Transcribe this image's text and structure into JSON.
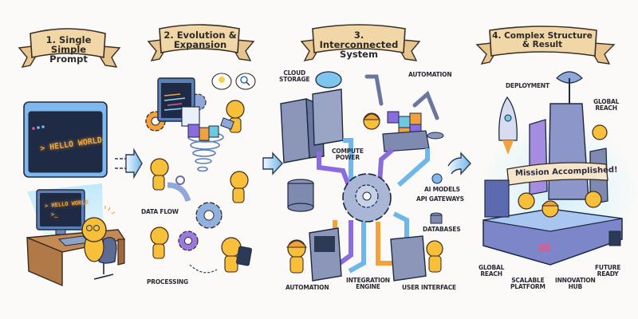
{
  "stages": [
    {
      "title_line1": "1. Single",
      "title_line2": "Simple Prompt"
    },
    {
      "title_line1": "2. Evolution &",
      "title_line2": "Expansion"
    },
    {
      "title_line1": "3. Interconnected",
      "title_line2": "System"
    },
    {
      "title_line1": "4. Complex Structure",
      "title_line2": "& Result"
    }
  ],
  "stage1": {
    "big_screen_text": "> HELLO WORLD",
    "small_screen_line1": "> HELLO WORLD",
    "small_screen_line2": ">_"
  },
  "stage2": {
    "labels": {
      "data_flow": "Data Flow",
      "processing": "Processing"
    }
  },
  "stage3": {
    "labels": {
      "cloud_storage_1": "Cloud",
      "cloud_storage_2": "Storage",
      "automation_top": "Automation",
      "compute_power_1": "Compute",
      "compute_power_2": "Power",
      "ai_models": "AI Models",
      "api_gateways": "API Gateways",
      "databases": "Databases",
      "automation_bottom": "Automation",
      "integration_engine_1": "Integration",
      "integration_engine_2": "Engine",
      "user_interface": "User Interface"
    }
  },
  "stage4": {
    "banner": "Mission Accomplished!",
    "labels": {
      "deployment": "Deployment",
      "global_reach_top_1": "Global",
      "global_reach_top_2": "Reach",
      "global_reach_bottom_1": "Global",
      "global_reach_bottom_2": "Reach",
      "scalable_platform_1": "Scalable",
      "scalable_platform_2": "Platform",
      "innovation_hub_1": "Innovation",
      "innovation_hub_2": "Hub",
      "future_ready_1": "Future",
      "future_ready_2": "Ready"
    }
  },
  "colors": {
    "banner_fill": "#f1d7a8",
    "banner_stroke": "#3b2f25",
    "mascot_yellow": "#f7bf3a",
    "accent_blue": "#5aa7e8",
    "accent_purple": "#8a6be0",
    "accent_orange": "#f2a23c",
    "terminal_bg": "#1f2a44"
  }
}
